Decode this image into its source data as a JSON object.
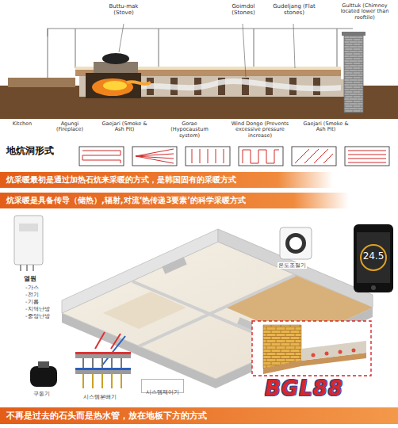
{
  "diagram": {
    "nodes": [
      {
        "text": [
          "炕采暖最初是通过加热石炕来采暖的方式，是韩国固有的采暖方式"
        ]
      },
      {
        "text": [
          "炕采暖是具备传导（储热）,辐射,对流‘热传递3要素’的科学采暖方式"
        ]
      },
      {
        "text": [
          "不再是过去的石头而是热水管，放在地板下方的方式"
        ]
      },
      {
        "text": [
          "시스템제어기"
        ]
      }
    ],
    "labels": [
      "Buttu-mak (Stove)",
      "Goimdol (Stones)",
      "Gudeljang (Flat stones)",
      "Gulttuk (Chimney located lower than rooftile)",
      "Kitchen",
      "Agungi (Fireplace)",
      "Gaejari (Smoke & Ash Pit)",
      "Gorae (Hypocaustum system)",
      "Wind Dongo (Prevents excessive pressure increase)",
      "Gaejari (Smoke & Ash Pit)",
      "地炕洞形式",
      "열원",
      "-가스",
      "-전기",
      "-기름",
      "-지역난방",
      "-중앙난방",
      "온도조절기",
      "24.5",
      "구동기",
      "시스템분배기",
      "BGL88"
    ]
  }
}
